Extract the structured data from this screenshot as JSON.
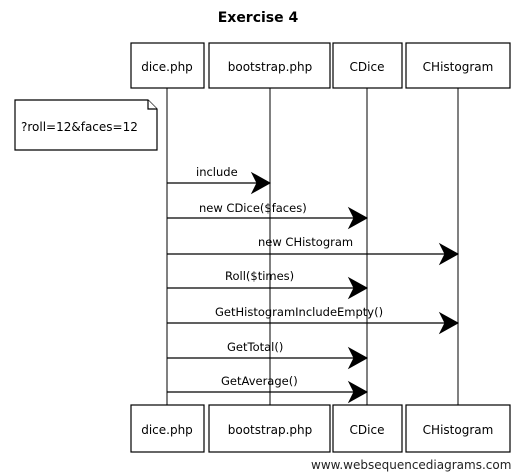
{
  "diagram": {
    "title": "Exercise 4",
    "participants": [
      "dice.php",
      "bootstrap.php",
      "CDice",
      "CHistogram"
    ],
    "note": "?roll=12&faces=12",
    "messages": [
      {
        "label": "include",
        "from": "dice.php",
        "to": "bootstrap.php"
      },
      {
        "label": "new CDice($faces)",
        "from": "dice.php",
        "to": "CDice"
      },
      {
        "label": "new CHistogram",
        "from": "dice.php",
        "to": "CHistogram"
      },
      {
        "label": "Roll($times)",
        "from": "dice.php",
        "to": "CDice"
      },
      {
        "label": "GetHistogramIncludeEmpty()",
        "from": "dice.php",
        "to": "CHistogram"
      },
      {
        "label": "GetTotal()",
        "from": "dice.php",
        "to": "CDice"
      },
      {
        "label": "GetAverage()",
        "from": "dice.php",
        "to": "CDice"
      }
    ]
  },
  "footer": {
    "credit": "www.websequencediagrams.com"
  }
}
